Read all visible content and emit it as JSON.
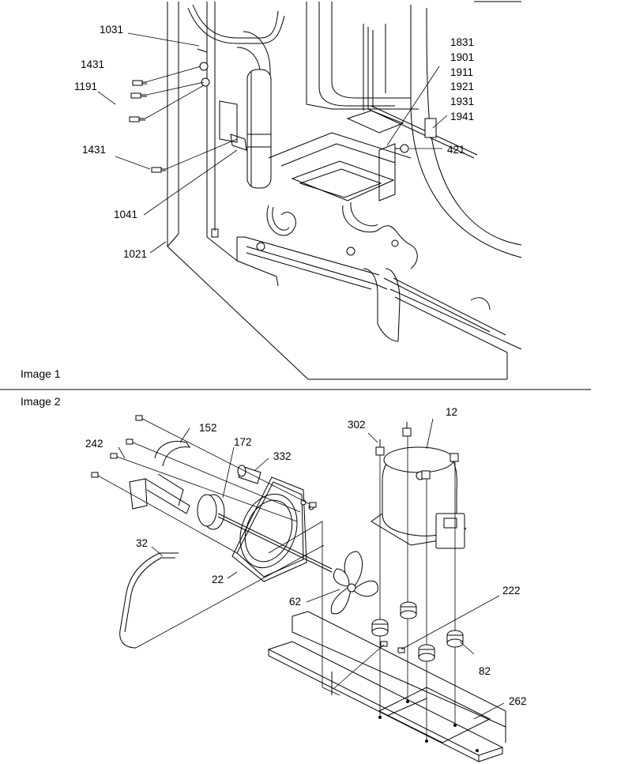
{
  "image1": {
    "caption": "Image 1",
    "labels": {
      "l1031": "1031",
      "l1431a": "1431",
      "l1191": "1191",
      "l1431b": "1431",
      "l1041": "1041",
      "l1021": "1021",
      "l1831": "1831",
      "l1901": "1901",
      "l1911": "1911",
      "l1921": "1921",
      "l1931": "1931",
      "l1941": "1941",
      "l421": "421"
    }
  },
  "image2": {
    "caption": "Image 2",
    "labels": {
      "l12": "12",
      "l302": "302",
      "l152": "152",
      "l172": "172",
      "l242": "242",
      "l332": "332",
      "l32": "32",
      "l22": "22",
      "l62": "62",
      "l222": "222",
      "l82": "82",
      "l262": "262"
    }
  }
}
